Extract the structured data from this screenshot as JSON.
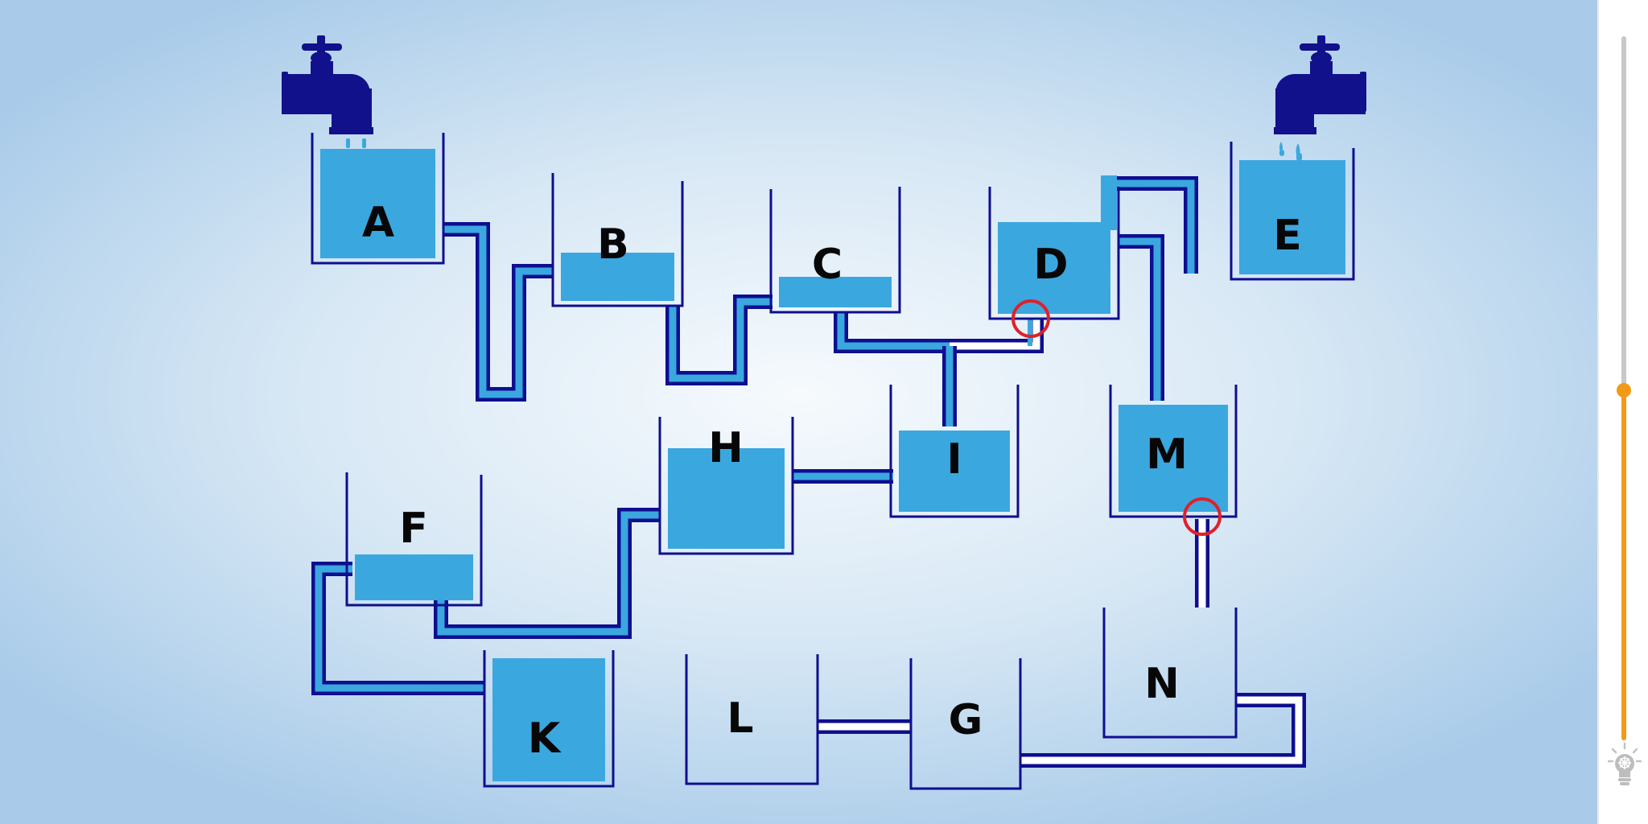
{
  "game": {
    "colors": {
      "water": "#3ba7df",
      "wall": "#0e0e8f",
      "faucet": "#11118c",
      "valve_marker": "#e0202a",
      "slider_fill": "#f29a16",
      "slider_track": "#c8c8c8"
    },
    "tanks": [
      {
        "id": "A",
        "label": "A",
        "fill_level": 0.88
      },
      {
        "id": "B",
        "label": "B",
        "fill_level": 0.38
      },
      {
        "id": "C",
        "label": "C",
        "fill_level": 0.26
      },
      {
        "id": "D",
        "label": "D",
        "fill_level": 0.73
      },
      {
        "id": "E",
        "label": "E",
        "fill_level": 0.87
      },
      {
        "id": "H",
        "label": "H",
        "fill_level": 0.77
      },
      {
        "id": "I",
        "label": "I",
        "fill_level": 0.65
      },
      {
        "id": "M",
        "label": "M",
        "fill_level": 0.85
      },
      {
        "id": "F",
        "label": "F",
        "fill_level": 0.36
      },
      {
        "id": "K",
        "label": "K",
        "fill_level": 0.95
      },
      {
        "id": "L",
        "label": "L",
        "fill_level": 0
      },
      {
        "id": "G",
        "label": "G",
        "fill_level": 0
      },
      {
        "id": "N",
        "label": "N",
        "fill_level": 0
      }
    ],
    "faucets": [
      {
        "id": "left",
        "icon": "faucet-icon"
      },
      {
        "id": "right",
        "icon": "faucet-icon"
      }
    ],
    "valves": [
      {
        "id": "valve-d",
        "icon": "valve-circle-icon"
      },
      {
        "id": "valve-m",
        "icon": "valve-circle-icon"
      }
    ]
  },
  "sidebar": {
    "slider_level": 0.5,
    "hint_icon": "lightbulb-icon"
  }
}
